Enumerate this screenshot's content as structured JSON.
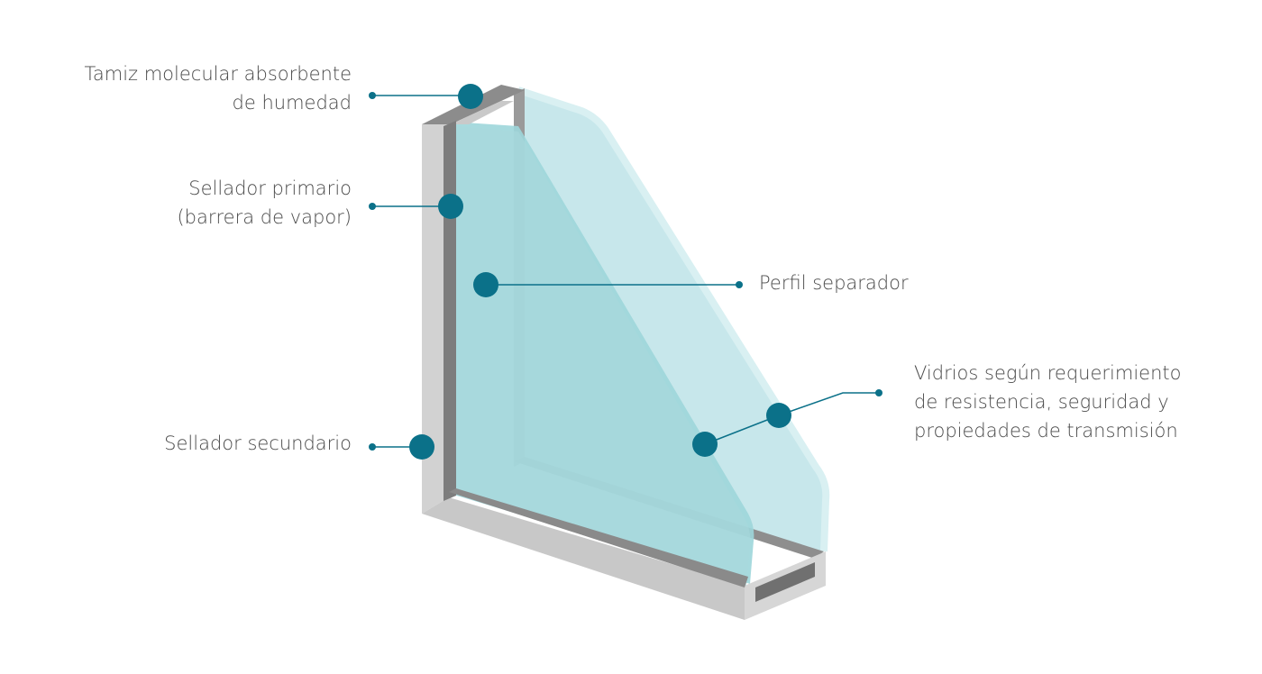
{
  "colors": {
    "accent": "#0b7189",
    "frame_light": "#d0d0d0",
    "frame_mid": "#b9b9b9",
    "frame_dark": "#8a8a8a",
    "glass_outer": "#c4e6ea",
    "glass_inner": "#9dd6da",
    "text": "#4a4a4a"
  },
  "callouts": [
    {
      "id": "tamiz",
      "lines": [
        "Tamiz molecular absorbente",
        "de humedad"
      ]
    },
    {
      "id": "sellador-primario",
      "lines": [
        "Sellador primario",
        "(barrera de vapor)"
      ]
    },
    {
      "id": "perfil",
      "lines": [
        "Perfil separador"
      ]
    },
    {
      "id": "vidrios",
      "lines": [
        "Vidrios según requerimiento",
        "de resistencia, seguridad y",
        "propiedades de transmisión"
      ]
    },
    {
      "id": "sellador-secundario",
      "lines": [
        "Sellador secundario"
      ]
    }
  ]
}
